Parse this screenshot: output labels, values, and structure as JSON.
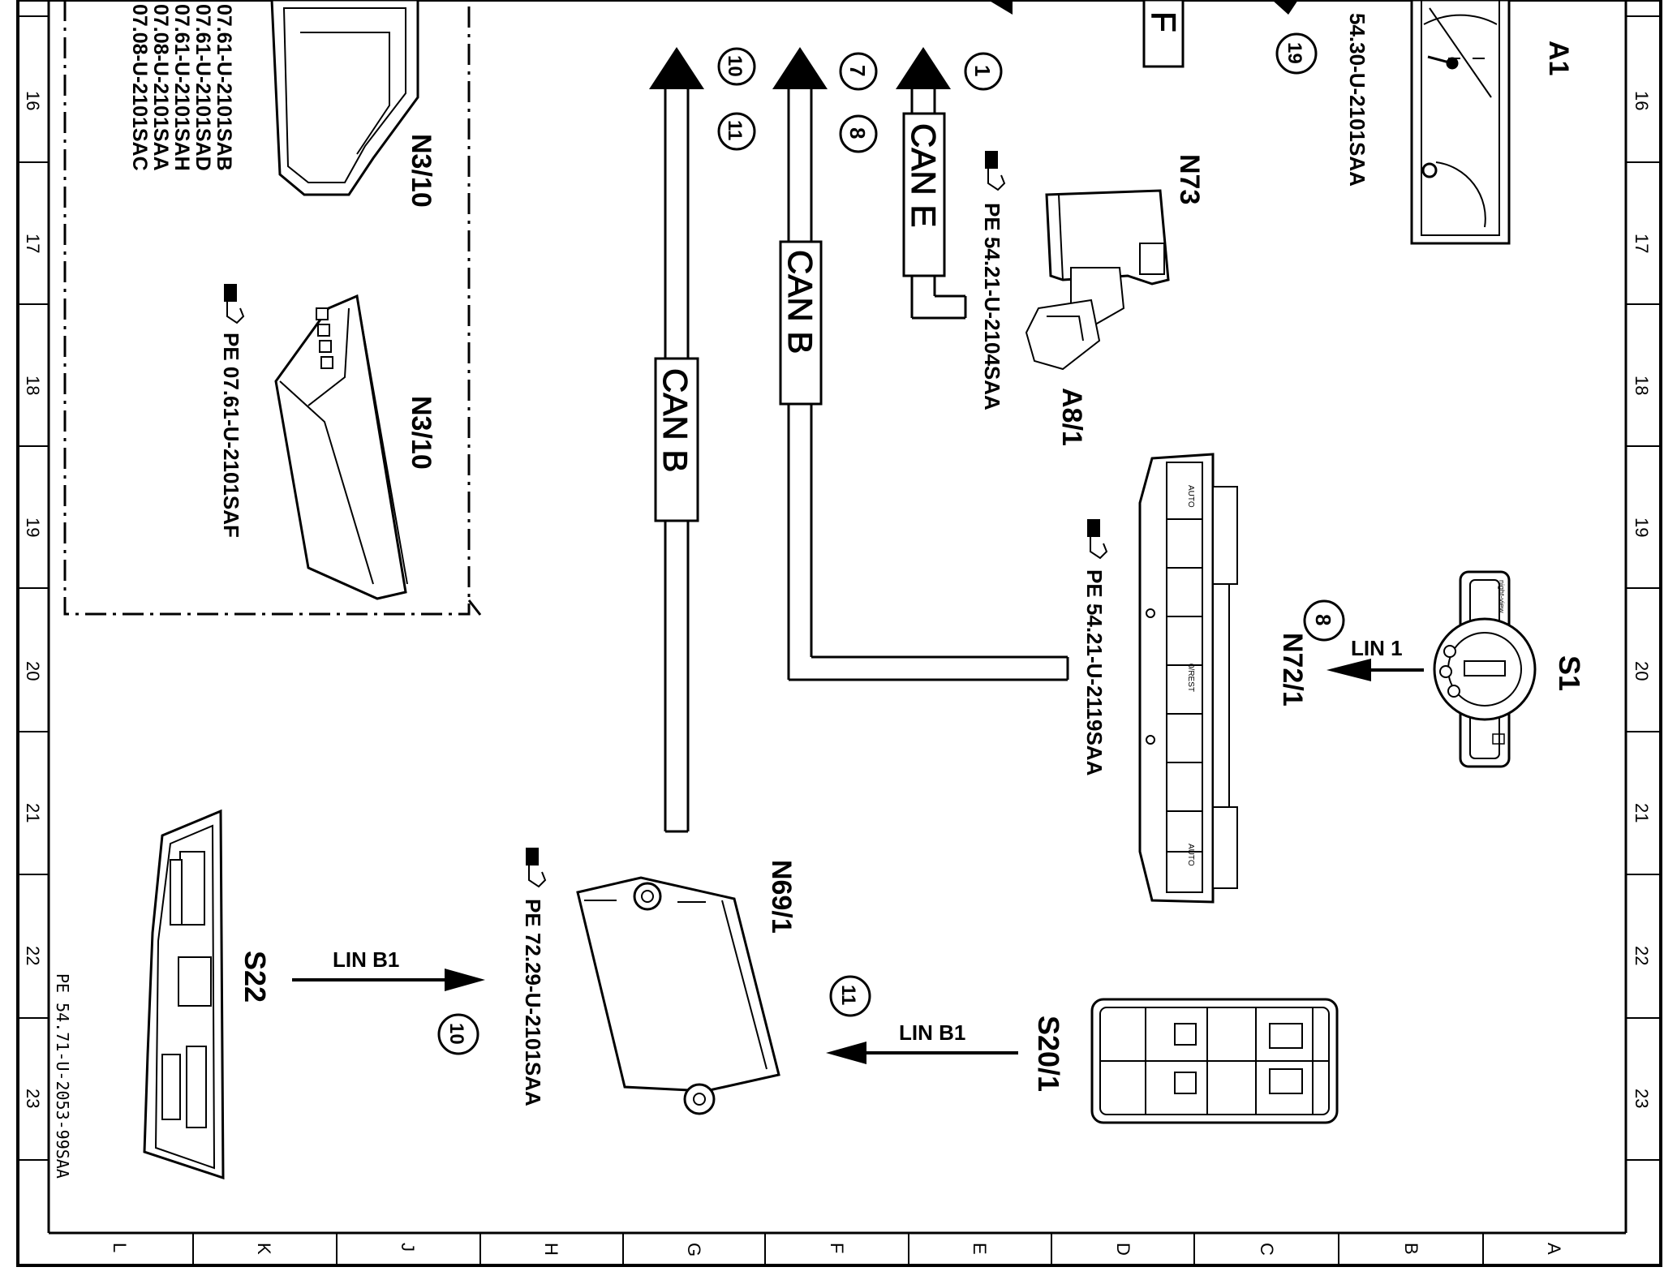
{
  "grid": {
    "rows": [
      "16",
      "17",
      "18",
      "19",
      "20",
      "21",
      "22",
      "23"
    ],
    "cols": [
      "L",
      "K",
      "J",
      "H",
      "G",
      "F",
      "E",
      "D",
      "C",
      "B",
      "A"
    ]
  },
  "components": {
    "A1": {
      "label": "A1",
      "ref": "54.30-U-2101SAA"
    },
    "N73": {
      "label": "N73",
      "ref": "PE 54.21-U-2104SAA"
    },
    "A8_1": {
      "label": "A8/1"
    },
    "N3_10_a": {
      "label": "N3/10",
      "refs": [
        "07.61-U-2101SAB",
        "07.61-U-2101SAD",
        "07.61-U-2101SAH",
        "07.08-U-2101SAA",
        "07.08-U-2101SAC"
      ]
    },
    "N3_10_b": {
      "label": "N3/10",
      "ref": "PE 07.61-U-2101SAF"
    },
    "N72_1": {
      "label": "N72/1",
      "ref": "PE 54.21-U-2119SAA",
      "btn_auto": "AUTO",
      "btn_rest": "0/REST"
    },
    "S1": {
      "label": "S1",
      "tag": "night-view"
    },
    "N69_1": {
      "label": "N69/1",
      "ref": "PE 72.29-U-2101SAA"
    },
    "S22": {
      "label": "S22"
    },
    "S20_1": {
      "label": "S20/1"
    }
  },
  "buses": {
    "can_e": "CAN E",
    "can_b_1": "CAN B",
    "can_b_2": "CAN B",
    "can_f_partial": "F",
    "lin_1": "LIN 1",
    "lin_b1_a": "LIN B1",
    "lin_b1_b": "LIN B1"
  },
  "markers": {
    "m1": "1",
    "m7": "7",
    "m8a": "8",
    "m8b": "8",
    "m10a": "10",
    "m11a": "11",
    "m10b": "10",
    "m11b": "11",
    "m19": "19"
  },
  "doc_ref": "PE 54.71-U-2053-99SAA"
}
